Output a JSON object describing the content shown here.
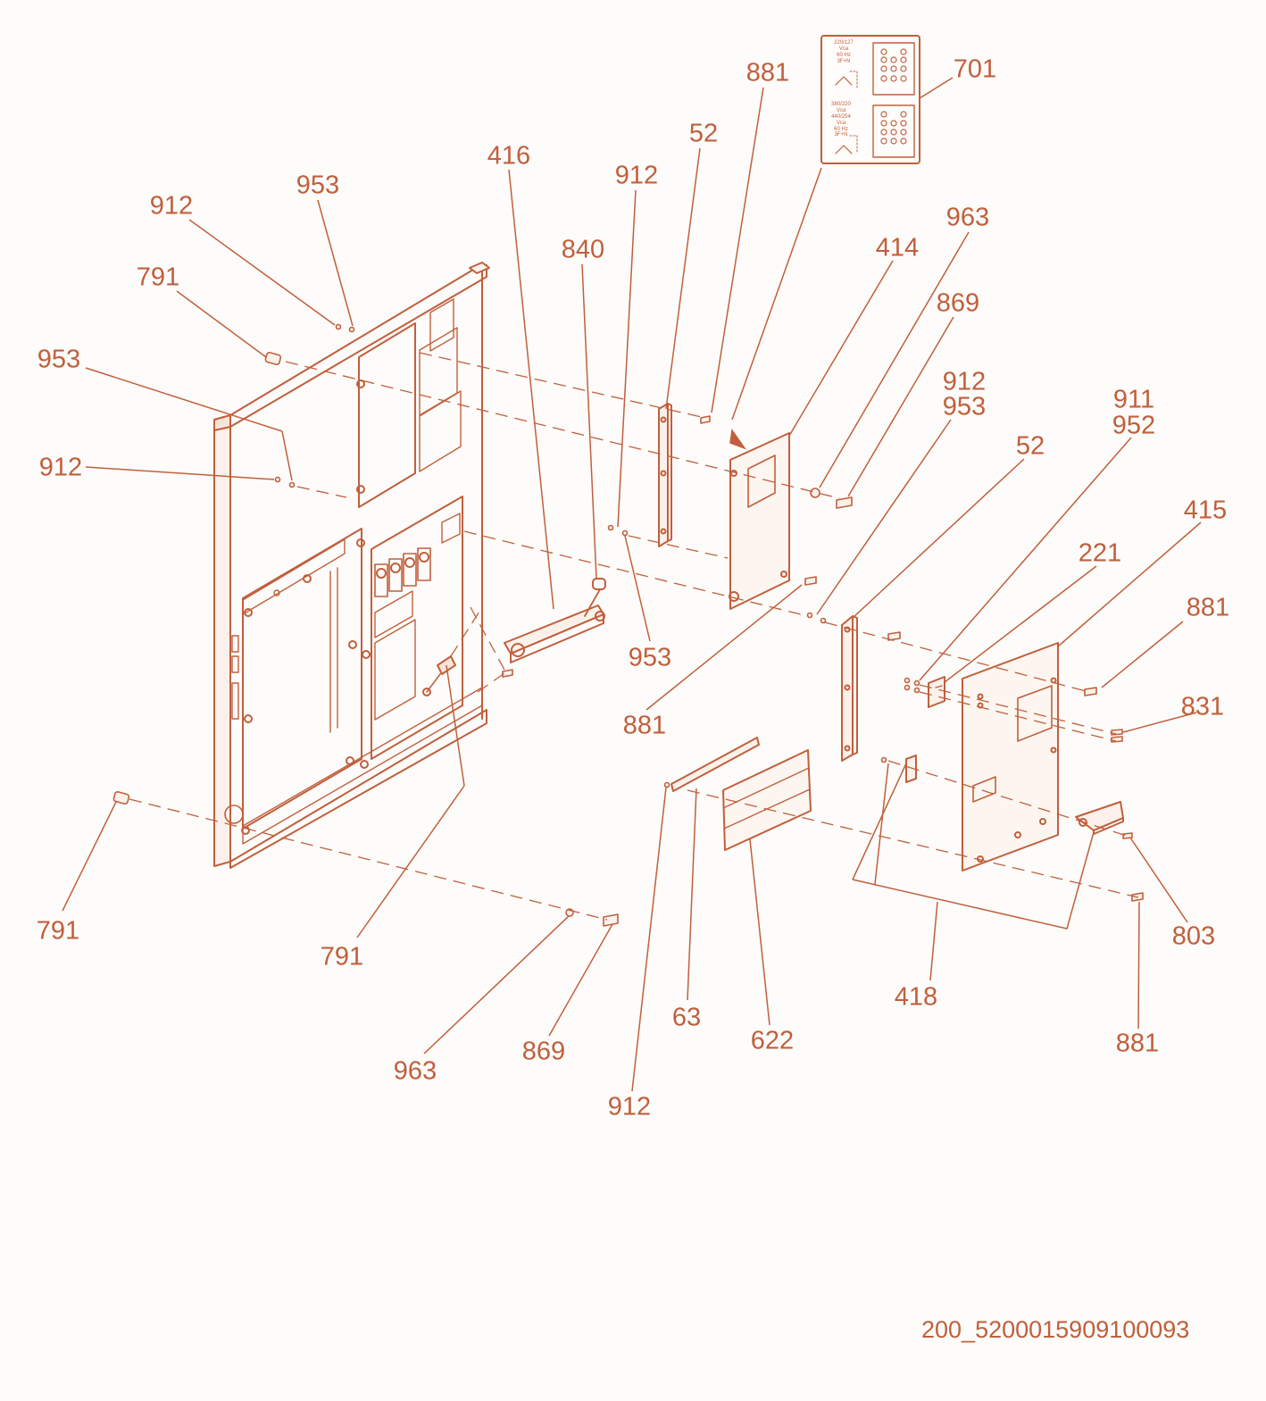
{
  "drawing_code": "200_5200015909100093",
  "colors": {
    "accent": "#c15f3c",
    "background": "#fdfcfa"
  },
  "callouts": [
    {
      "id": "c-881-top",
      "label": "881"
    },
    {
      "id": "c-701",
      "label": "701"
    },
    {
      "id": "c-52-top",
      "label": "52"
    },
    {
      "id": "c-416",
      "label": "416"
    },
    {
      "id": "c-912-top",
      "label": "912"
    },
    {
      "id": "c-953-top",
      "label": "953"
    },
    {
      "id": "c-912-left-top",
      "label": "912"
    },
    {
      "id": "c-963-top",
      "label": "963"
    },
    {
      "id": "c-840",
      "label": "840"
    },
    {
      "id": "c-414",
      "label": "414"
    },
    {
      "id": "c-791-top",
      "label": "791"
    },
    {
      "id": "c-869-top",
      "label": "869"
    },
    {
      "id": "c-953-left",
      "label": "953"
    },
    {
      "id": "c-912-mid-r",
      "label": "912"
    },
    {
      "id": "c-953-mid-r",
      "label": "953"
    },
    {
      "id": "c-911",
      "label": "911"
    },
    {
      "id": "c-952",
      "label": "952"
    },
    {
      "id": "c-52-mid",
      "label": "52"
    },
    {
      "id": "c-912-left",
      "label": "912"
    },
    {
      "id": "c-415",
      "label": "415"
    },
    {
      "id": "c-221",
      "label": "221"
    },
    {
      "id": "c-881-right",
      "label": "881"
    },
    {
      "id": "c-953-center",
      "label": "953"
    },
    {
      "id": "c-831",
      "label": "831"
    },
    {
      "id": "c-881-center",
      "label": "881"
    },
    {
      "id": "c-791-bl",
      "label": "791"
    },
    {
      "id": "c-803",
      "label": "803"
    },
    {
      "id": "c-791-mid",
      "label": "791"
    },
    {
      "id": "c-418",
      "label": "418"
    },
    {
      "id": "c-63",
      "label": "63"
    },
    {
      "id": "c-622",
      "label": "622"
    },
    {
      "id": "c-881-br",
      "label": "881"
    },
    {
      "id": "c-869-bottom",
      "label": "869"
    },
    {
      "id": "c-963-bottom",
      "label": "963"
    },
    {
      "id": "c-912-bottom",
      "label": "912"
    }
  ],
  "plate": {
    "upper": [
      "220/127",
      "Vca",
      "60 Hz",
      "3F+N"
    ],
    "lower": [
      "380/220",
      "Vca",
      "440/254",
      "Vca",
      "60 Hz",
      "3F+N"
    ]
  }
}
